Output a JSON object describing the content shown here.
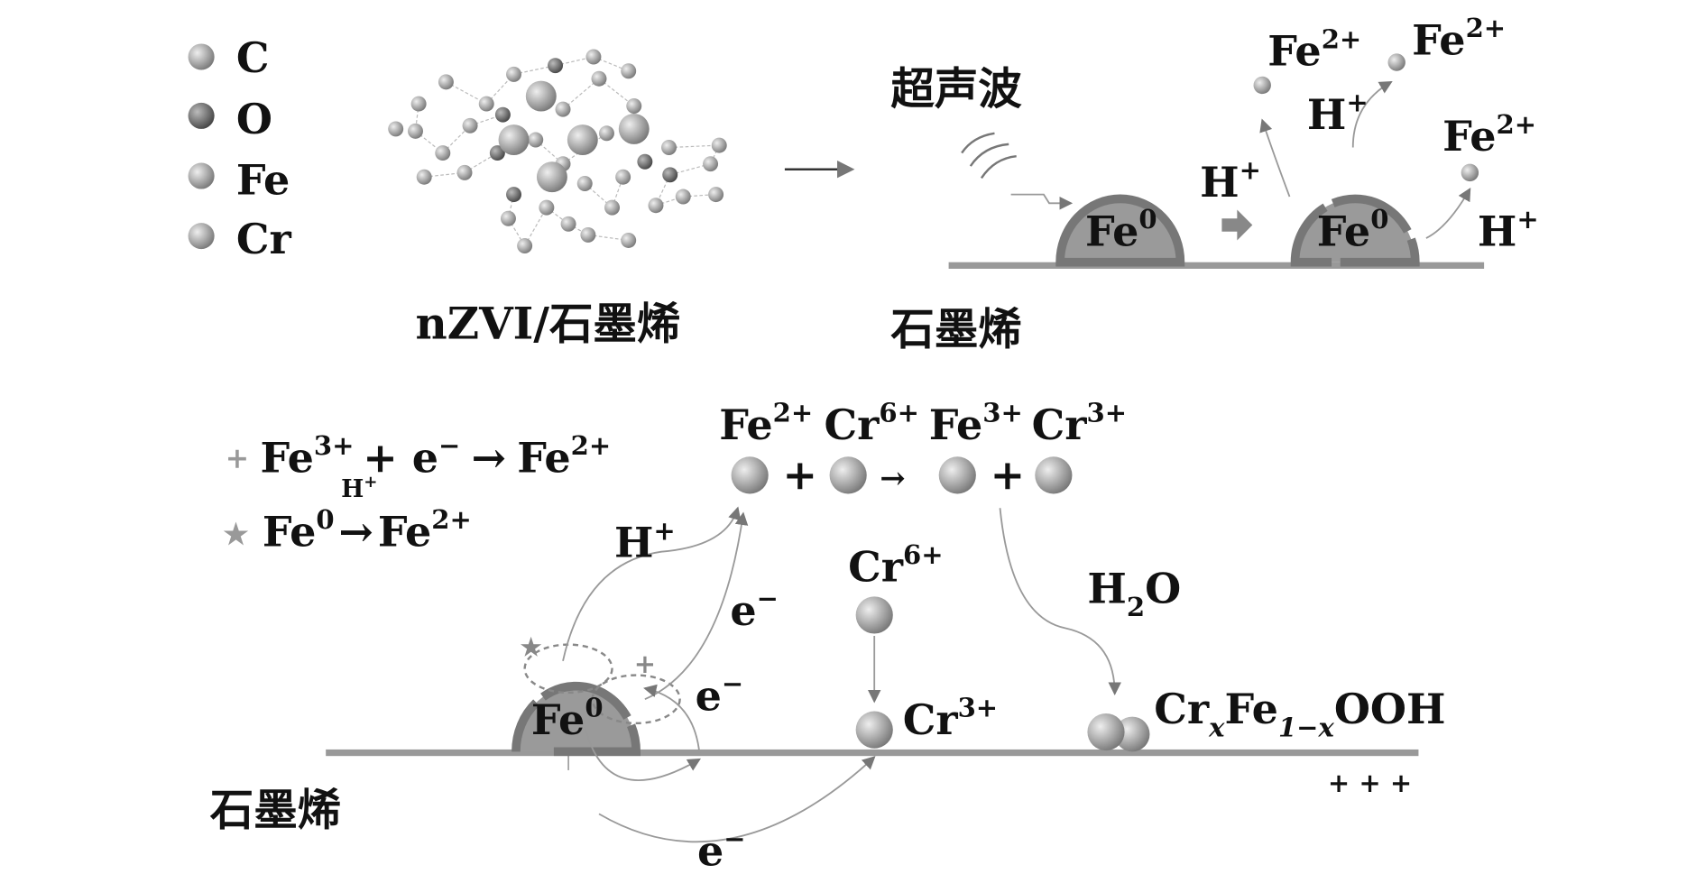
{
  "legend": [
    {
      "label": "C",
      "color": "#cfcfcf"
    },
    {
      "label": "O",
      "color": "#6e6e6e"
    },
    {
      "label": "Fe",
      "color": "#9a9a9a"
    },
    {
      "label": "Cr",
      "color": "#b4b4b4"
    }
  ],
  "top": {
    "composite_label": "nZVI/石墨烯",
    "ultrasound_label": "超声波",
    "graphene_label": "石墨烯",
    "fe0": "Fe",
    "fe0_sup": "0",
    "h_plus": "H",
    "plus_sup": "+",
    "fe2": "Fe",
    "fe2_sup": "2+"
  },
  "bottom": {
    "eq1": {
      "lhs": "Fe",
      "lhs_sup": "3+",
      "mid": "+ e",
      "mid_sup": "−",
      "arrow": "→",
      "rhs": "Fe",
      "rhs_sup": "2+"
    },
    "eq2": {
      "lhs": "Fe",
      "lhs_sup": "0",
      "over": "H",
      "over_sup": "+",
      "arrow": "→",
      "rhs": "Fe",
      "rhs_sup": "2+"
    },
    "reaction": [
      {
        "el": "Fe",
        "sup": "2+"
      },
      {
        "el": "Cr",
        "sup": "6+"
      },
      {
        "el": "Fe",
        "sup": "3+"
      },
      {
        "el": "Cr",
        "sup": "3+"
      }
    ],
    "plus": "+",
    "arrow": "→",
    "h_plus": "H",
    "plus_sup": "+",
    "e_minus": "e",
    "minus_sup": "−",
    "cr6": "Cr",
    "cr6_sup": "6+",
    "cr3": "Cr",
    "cr3_sup": "3+",
    "h2o": {
      "a": "H",
      "sub": "2",
      "b": "O"
    },
    "product": {
      "a": "Cr",
      "sub1": "x",
      "b": "Fe",
      "sub2": "1−x",
      "c": "OOH"
    },
    "fe0": "Fe",
    "fe0_sup": "0",
    "graphene_label": "石墨烯",
    "charges": "+ + +"
  }
}
